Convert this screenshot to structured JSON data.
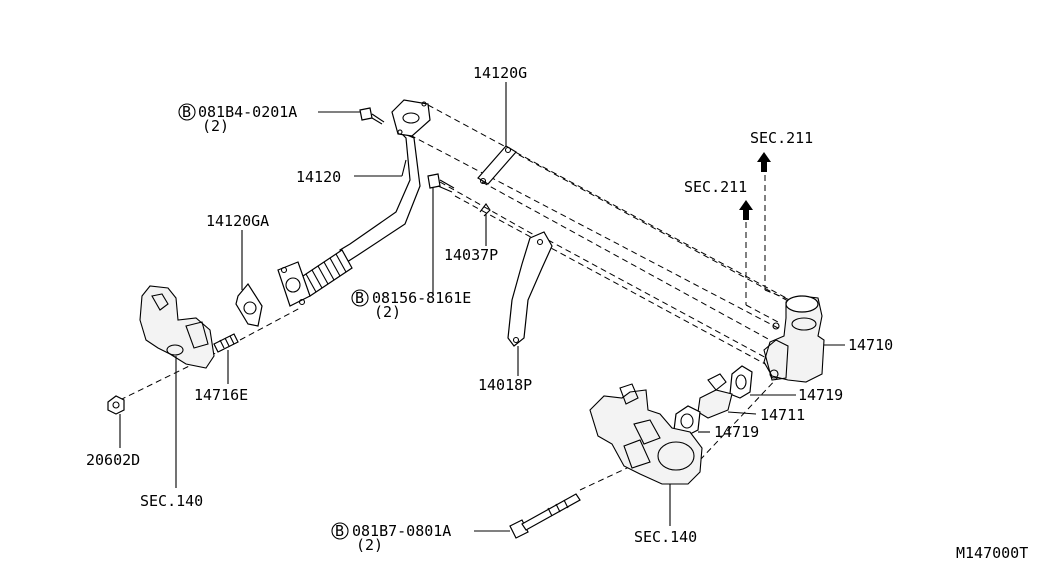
{
  "labels": {
    "bolt_top": "081B4-0201A",
    "bolt_top_qty": "(2)",
    "bolt_mid": "08156-8161E",
    "bolt_mid_qty": "(2)",
    "bolt_bot": "081B7-0801A",
    "bolt_bot_qty": "(2)",
    "b_marker": "B",
    "tube": "14120",
    "tube_gasket_top": "14120G",
    "tube_gasket_left": "14120GA",
    "clip": "14037P",
    "bracket": "14018P",
    "stud": "14716E",
    "nut": "20602D",
    "sec140_left": "SEC.140",
    "sec140_right": "SEC.140",
    "sec211_a": "SEC.211",
    "sec211_b": "SEC.211",
    "egr_valve": "14710",
    "gasket_a": "14719",
    "gasket_b": "14719",
    "spacer": "14711",
    "diagram_code": "M147000T"
  }
}
